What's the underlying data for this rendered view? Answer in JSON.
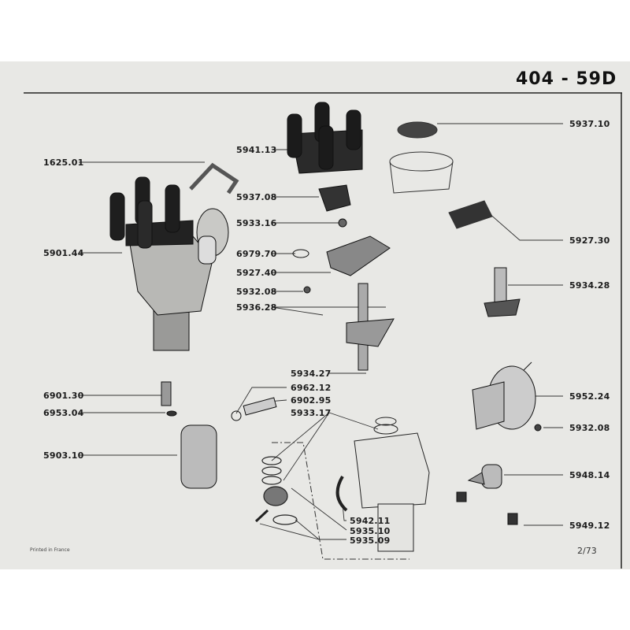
{
  "header": {
    "title": "404 - 59D"
  },
  "footer": {
    "printed": "Printed in France",
    "page": "2/73"
  },
  "labels": {
    "l5937_10": "5937.10",
    "l5941_13": "5941.13",
    "l1625_01": "1625.01",
    "l5937_08": "5937.08",
    "l5933_16": "5933.16",
    "l5901_44": "5901.44",
    "l6979_70": "6979.70",
    "l5927_40": "5927.40",
    "l5927_30": "5927.30",
    "l5932_08a": "5932.08",
    "l5936_28": "5936.28",
    "l5934_28": "5934.28",
    "l5934_27": "5934.27",
    "l6901_30": "6901.30",
    "l6962_12": "6962.12",
    "l6902_95": "6902.95",
    "l6953_04": "6953.04",
    "l5933_17": "5933.17",
    "l5952_24": "5952.24",
    "l5932_08b": "5932.08",
    "l5903_10": "5903.10",
    "l5948_14": "5948.14",
    "l5942_11": "5942.11",
    "l5935_10": "5935.10",
    "l5935_09": "5935.09",
    "l5949_12": "5949.12"
  }
}
